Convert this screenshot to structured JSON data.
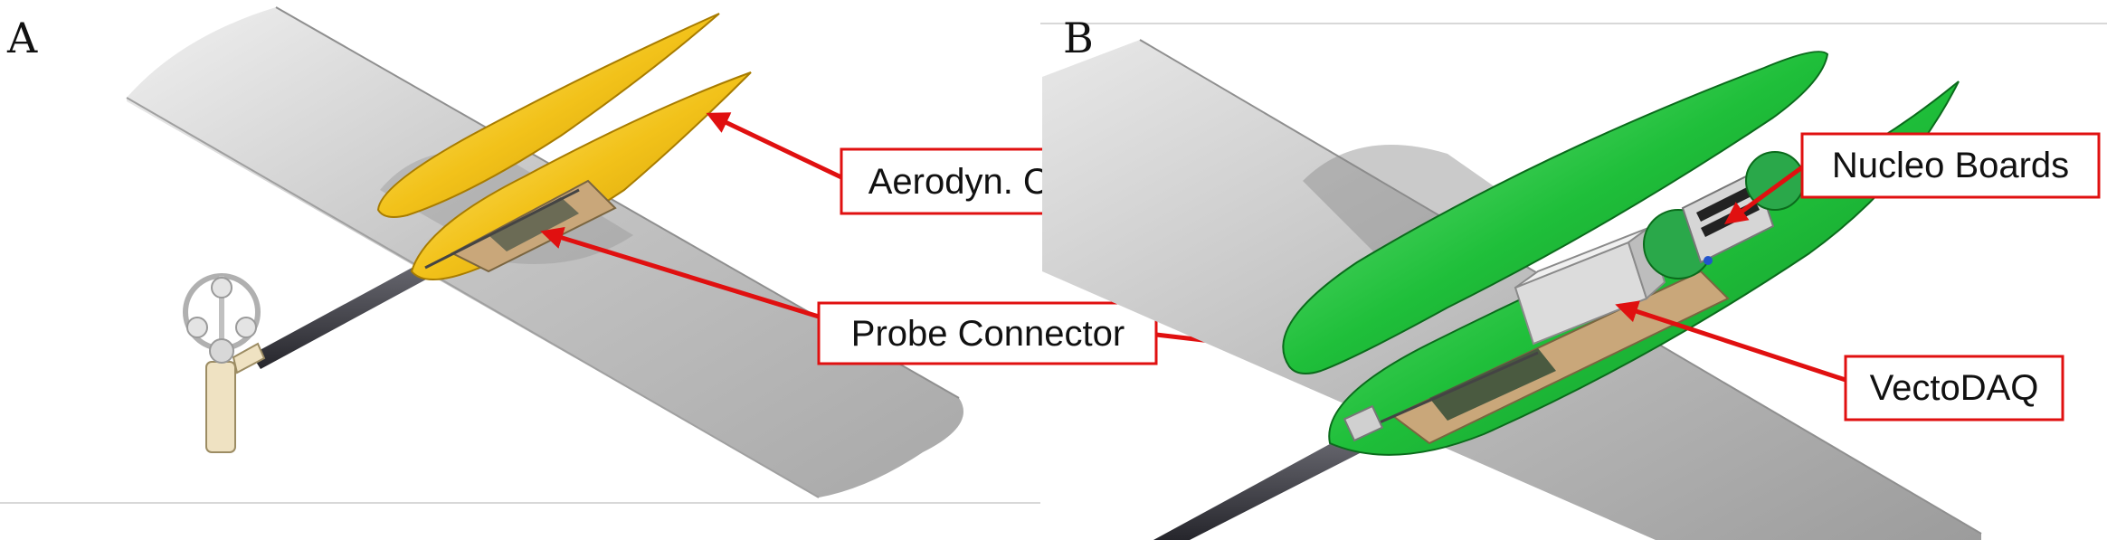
{
  "panels": [
    {
      "letter": "A"
    },
    {
      "letter": "B"
    }
  ],
  "callouts": {
    "aerodyn_cap": "Aerodyn. Cap",
    "probe_connector": "Probe Connector",
    "nucleo_boards": "Nucleo Boards",
    "vectodaq": "VectoDAQ"
  },
  "colors": {
    "callout_red": "#e01010",
    "wing_gray": "#b5b5b5",
    "pod_yellow": "#f2c21a",
    "pod_green": "#1fbf3a",
    "boom_dark": "#3a3a40",
    "board_wood": "#c9a77a"
  }
}
